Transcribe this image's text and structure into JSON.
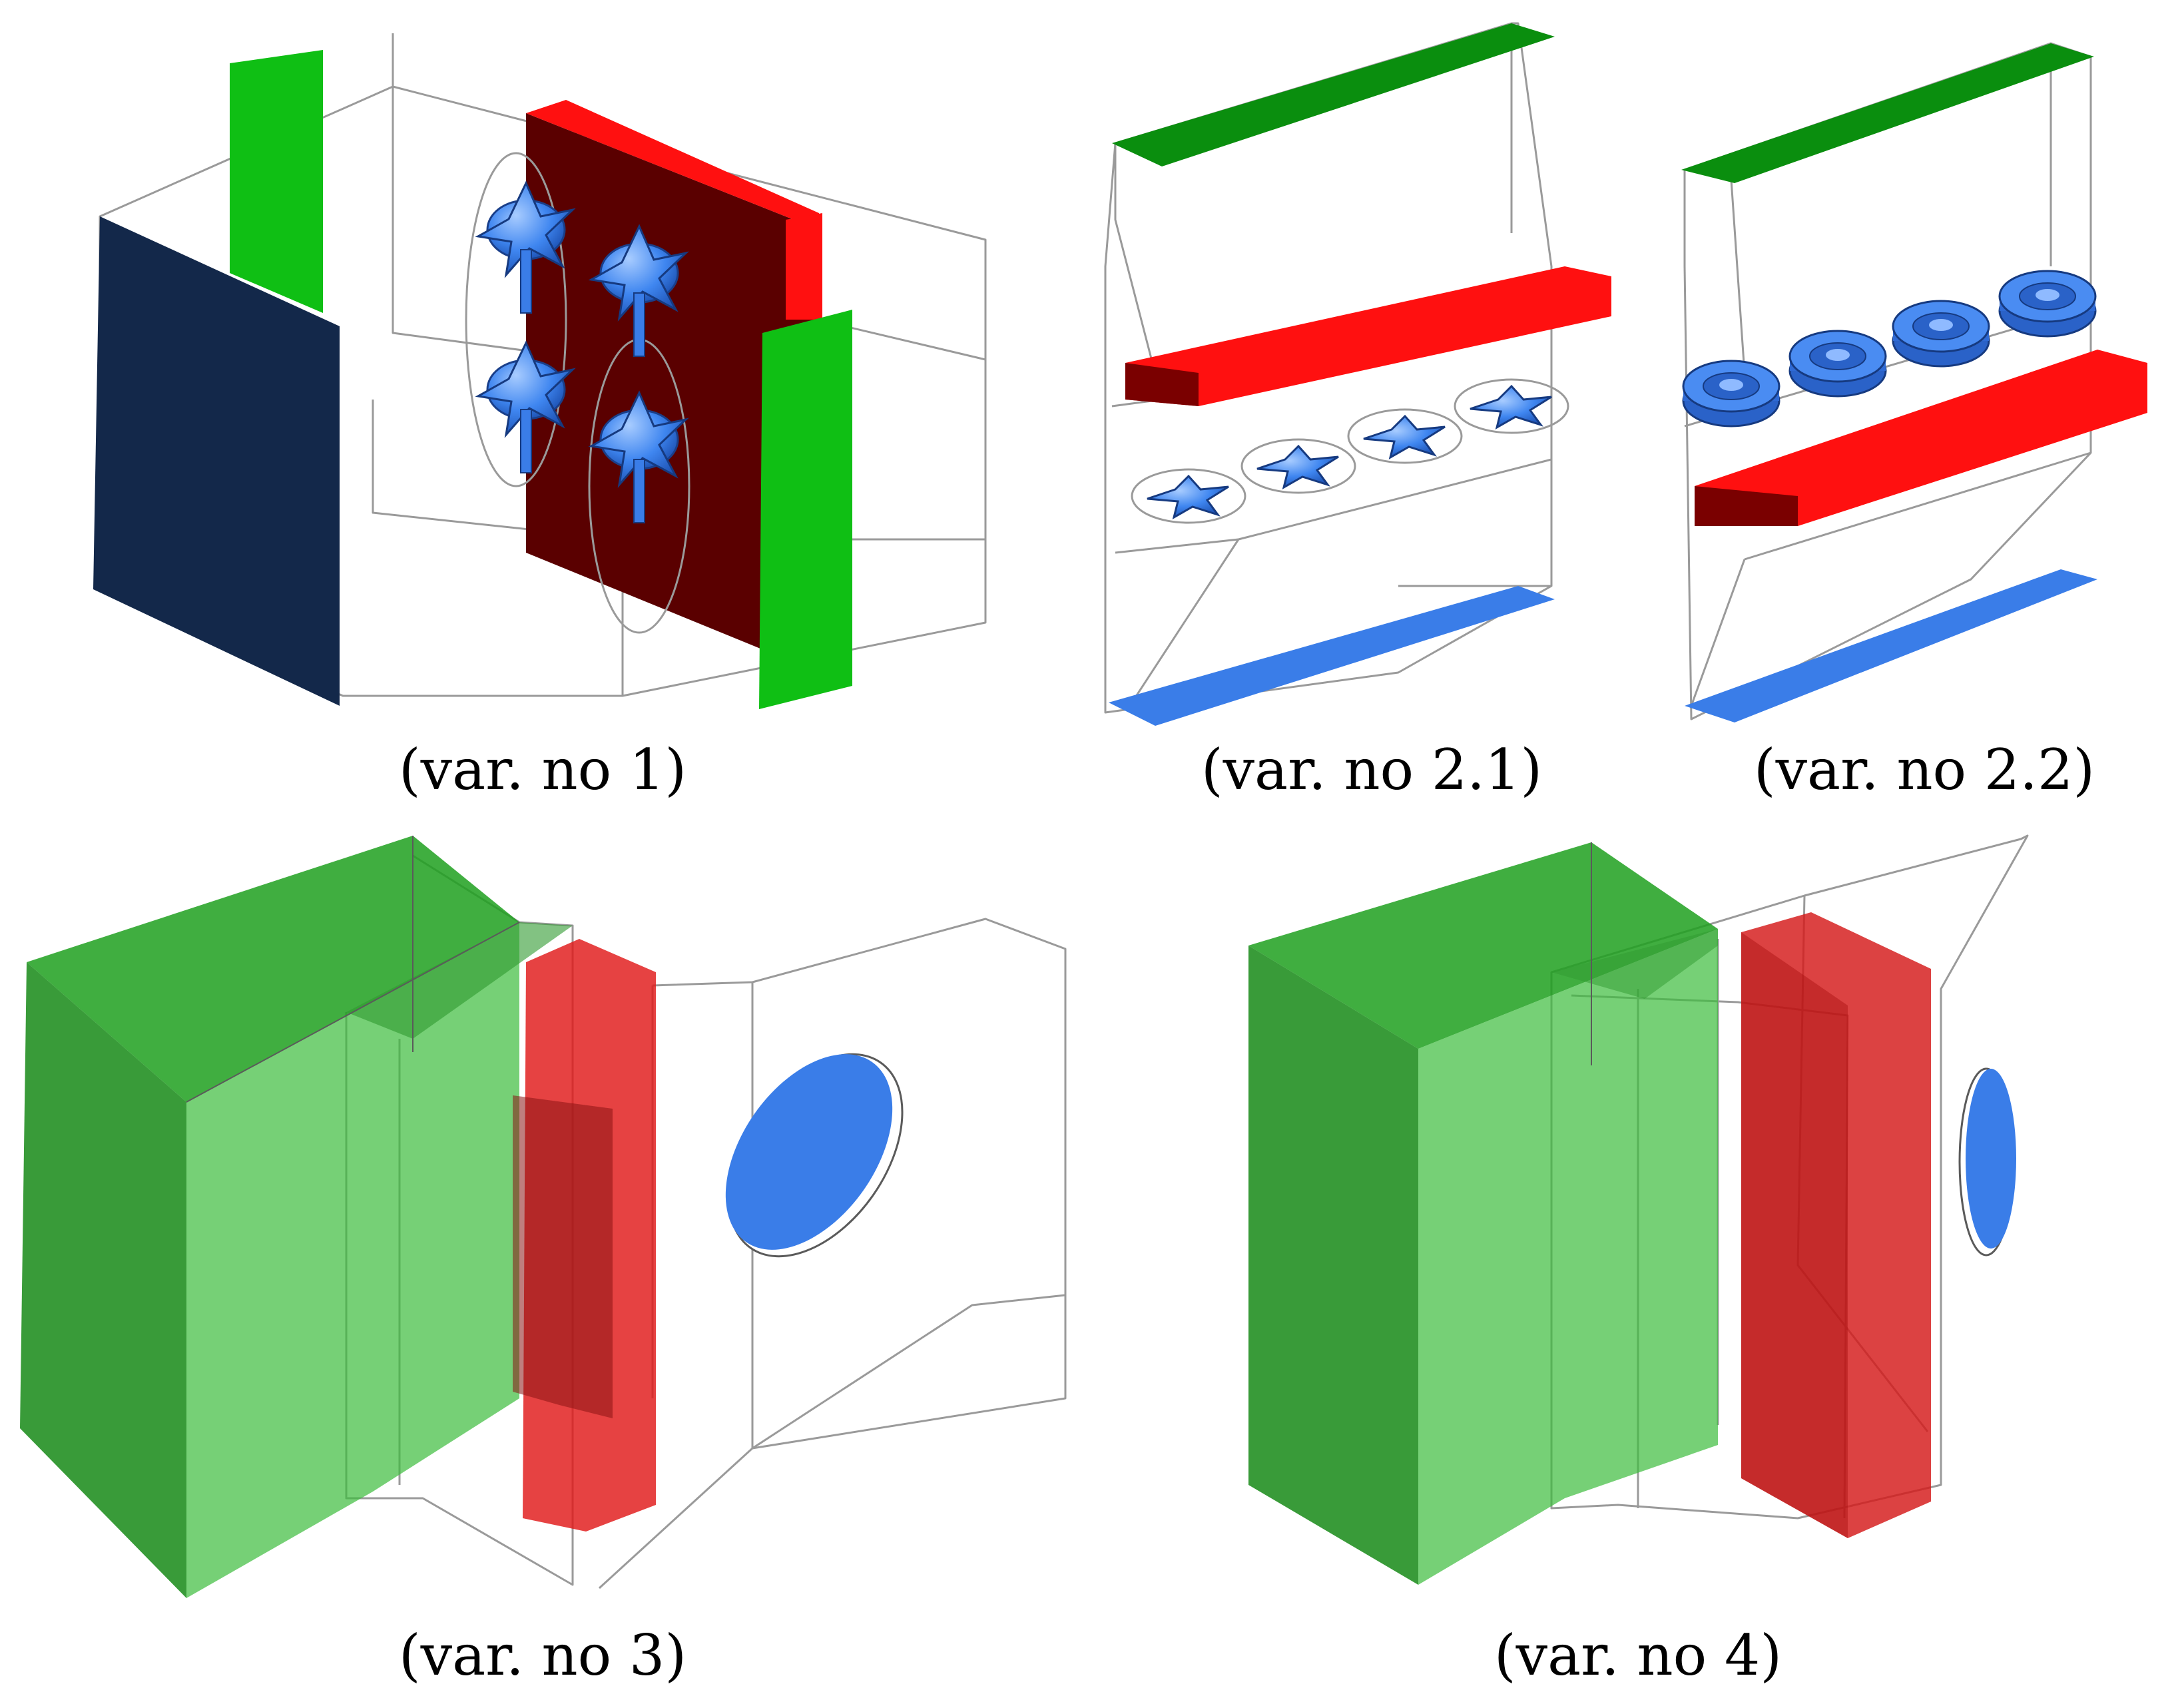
{
  "captions": {
    "var1": "(var. no 1)",
    "var21": "(var. no 2.1)",
    "var22": "(var. no 2.2)",
    "var3": "(var. no 3)",
    "var4": "(var. no 4)"
  },
  "colors": {
    "green": "#0fbf14",
    "green_translucent": "#1ea01e",
    "red": "#ff1010",
    "dark_red": "#5a0000",
    "navy": "#13284a",
    "fan_blue": "#3a7de8"
  }
}
